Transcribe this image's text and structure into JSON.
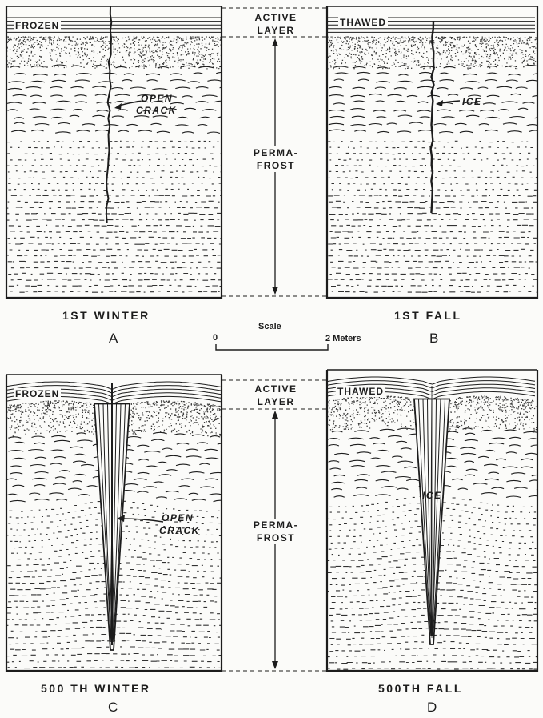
{
  "panels": {
    "a": {
      "surface_label": "FROZEN",
      "note_line1": "OPEN",
      "note_line2": "CRACK",
      "caption": "1ST WINTER",
      "letter": "A"
    },
    "b": {
      "surface_label": "THAWED",
      "note_line1": "ICE",
      "caption": "1ST FALL",
      "letter": "B"
    },
    "c": {
      "surface_label": "FROZEN",
      "note_line1": "OPEN",
      "note_line2": "CRACK",
      "caption": "500 TH WINTER",
      "letter": "C"
    },
    "d": {
      "surface_label": "THAWED",
      "note_line1": "ICE",
      "caption": "500TH FALL",
      "letter": "D"
    }
  },
  "middle": {
    "active_line1": "ACTIVE",
    "active_line2": "LAYER",
    "perma_line1": "PERMA-",
    "perma_line2": "FROST"
  },
  "scale": {
    "title": "Scale",
    "start": "0",
    "end": "2 Meters"
  },
  "colors": {
    "ink": "#1c1c1c",
    "paper": "#fbfbf9"
  }
}
